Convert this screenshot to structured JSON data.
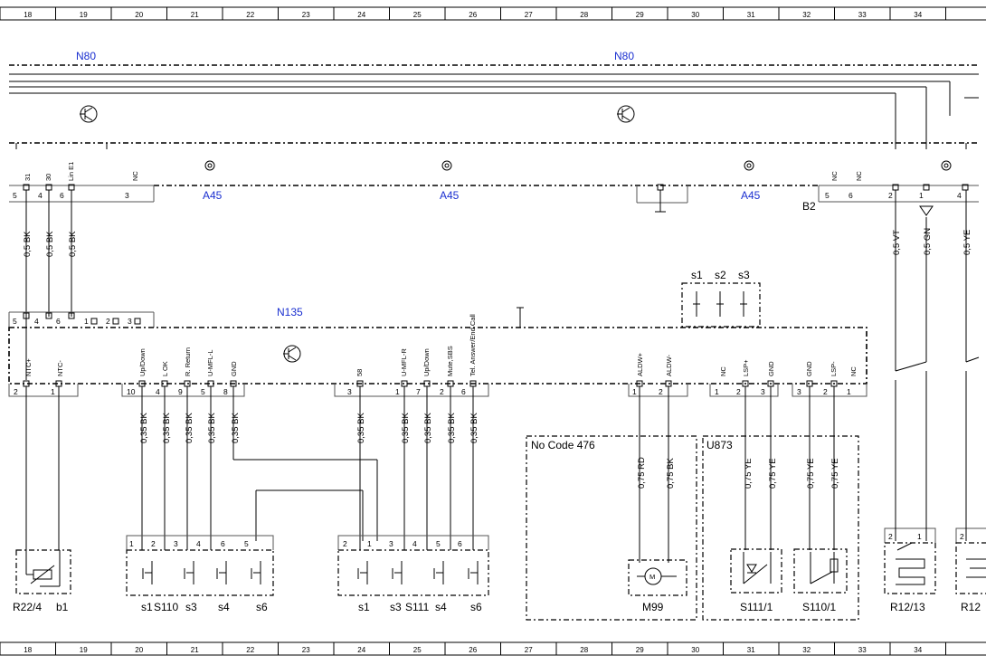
{
  "ruler": {
    "top": [
      "18",
      "19",
      "20",
      "21",
      "22",
      "23",
      "24",
      "25",
      "26",
      "27",
      "28",
      "29",
      "30",
      "31",
      "32",
      "33",
      "34"
    ],
    "bottom": [
      "18",
      "19",
      "20",
      "21",
      "22",
      "23",
      "24",
      "25",
      "26",
      "27",
      "28",
      "29",
      "30",
      "31",
      "32",
      "33",
      "34"
    ]
  },
  "colors": {
    "label_blue": "#1a2fd0",
    "line": "#000000"
  },
  "bus": {
    "label_left": "N80",
    "label_right": "N80"
  },
  "a45": {
    "labels": [
      "A45",
      "A45",
      "A45"
    ],
    "b2_label": "B2",
    "left_pins": {
      "names": [
        "31",
        "30",
        "Lin E1",
        "NC"
      ],
      "numbers": [
        "5",
        "4",
        "6",
        "3"
      ]
    },
    "right_pins": {
      "names": [
        "NC",
        "NC"
      ],
      "numbers": [
        "5",
        "6",
        "2",
        "1",
        "4"
      ]
    }
  },
  "wires_top": [
    "0,5 BK",
    "0,5 BK",
    "0,5 BK",
    "0,5 VT",
    "0,5 GN",
    "0,5 YE"
  ],
  "n135": {
    "label": "N135",
    "header_pins": [
      "5",
      "4",
      "6",
      "1",
      "2",
      "3"
    ],
    "switches": [
      "s1",
      "s2",
      "s3"
    ],
    "pin_names": [
      "NTC+",
      "NTC-",
      "Up/Down",
      "L OK",
      "R. Return",
      "U-MFL-L",
      "GND",
      "58",
      "U-MFL-R",
      "Up/Down",
      "Mute,SBS",
      "Tel. Answer/End Call",
      "ALDW+",
      "ALDW-",
      "NC",
      "LSP+",
      "GND",
      "GND",
      "LSP-",
      "NC"
    ],
    "pin_numbers": [
      "2",
      "1",
      "10",
      "4",
      "9",
      "5",
      "8",
      "3",
      "1",
      "7",
      "2",
      "6",
      "1",
      "2",
      "1",
      "2",
      "3",
      "3",
      "2",
      "1"
    ]
  },
  "wires_bottom": [
    "0,35 BK",
    "0,35 BK",
    "0,35 BK",
    "0,35 BK",
    "0,35 BK",
    "0,35 BK",
    "0,35 BK",
    "0,35 BK",
    "0,35 BK",
    "0,35 BK",
    "0,75 RD",
    "0,75 BK",
    "0,75 YE",
    "0,75 YE",
    "0,75 YE",
    "0,75 YE"
  ],
  "boxes": {
    "no_code": "No Code 476",
    "u873": "U873"
  },
  "components": {
    "r22": "R22/4",
    "r22_b1": "b1",
    "s110": {
      "name": "S110",
      "pins": [
        "1",
        "2",
        "3",
        "4",
        "6",
        "5"
      ],
      "labels": [
        "s1",
        "s3",
        "s4",
        "s6"
      ]
    },
    "s111": {
      "name": "S111",
      "pins": [
        "2",
        "1",
        "3",
        "4",
        "5",
        "6"
      ],
      "labels": [
        "s1",
        "s3",
        "s4",
        "s6"
      ]
    },
    "m99": "M99",
    "m99_symbol": "M",
    "s111_1": "S111/1",
    "s110_1": "S110/1",
    "r12_13": "R12/13",
    "r12_cut": "R12",
    "r12_pins": [
      "2",
      "1",
      "2"
    ]
  }
}
